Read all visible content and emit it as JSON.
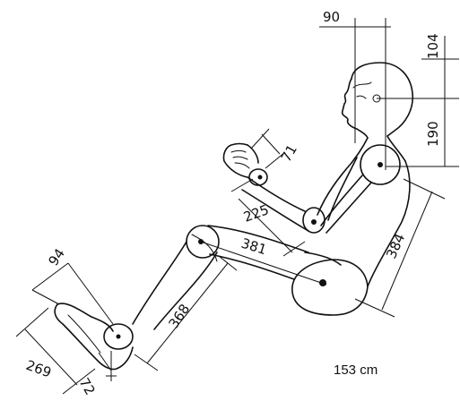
{
  "dimensions": {
    "head_offset": "90",
    "head_top": "104",
    "neck_to_shoulder": "190",
    "hand": "71",
    "forearm": "225",
    "thigh": "381",
    "torso": "384",
    "shin": "368",
    "foot_height": "94",
    "foot_length": "269",
    "ankle": "72"
  },
  "stature": "153 cm"
}
